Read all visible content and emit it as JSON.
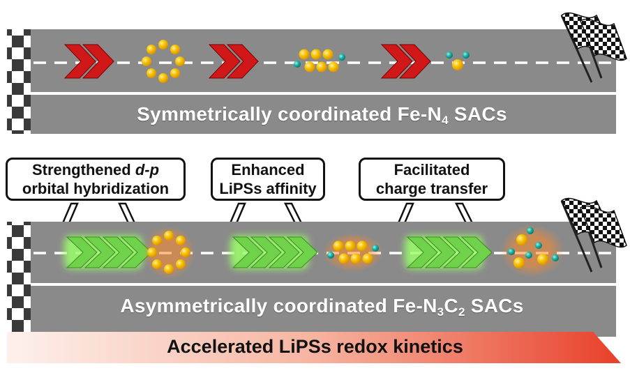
{
  "top_lane": {
    "label_prefix": "Symmetrically coordinated Fe-N",
    "label_sub1": "4",
    "label_suffix": " SACs",
    "arrow_color": "#cc1414"
  },
  "bottom_lane": {
    "label_prefix": "Asymmetrically coordinated Fe-N",
    "label_sub1": "3",
    "label_mid": "C",
    "label_sub2": "2",
    "label_suffix": " SACs",
    "arrow_color": "#5cc43a"
  },
  "callouts": [
    {
      "line1_prefix": "Strengthened ",
      "line1_italic": "d-p",
      "line2": "orbital hybridization"
    },
    {
      "line1": "Enhanced",
      "line2": "LiPSs affinity"
    },
    {
      "line1": "Facilitated",
      "line2": "charge transfer"
    }
  ],
  "banner": {
    "text": "Accelerated LiPSs redox kinetics",
    "color_start": "#fbe6de",
    "color_end": "#e8402a"
  },
  "colors": {
    "road": "#8c8c8c",
    "sulfur": "#f5b800",
    "lithium": "#14a59a"
  }
}
